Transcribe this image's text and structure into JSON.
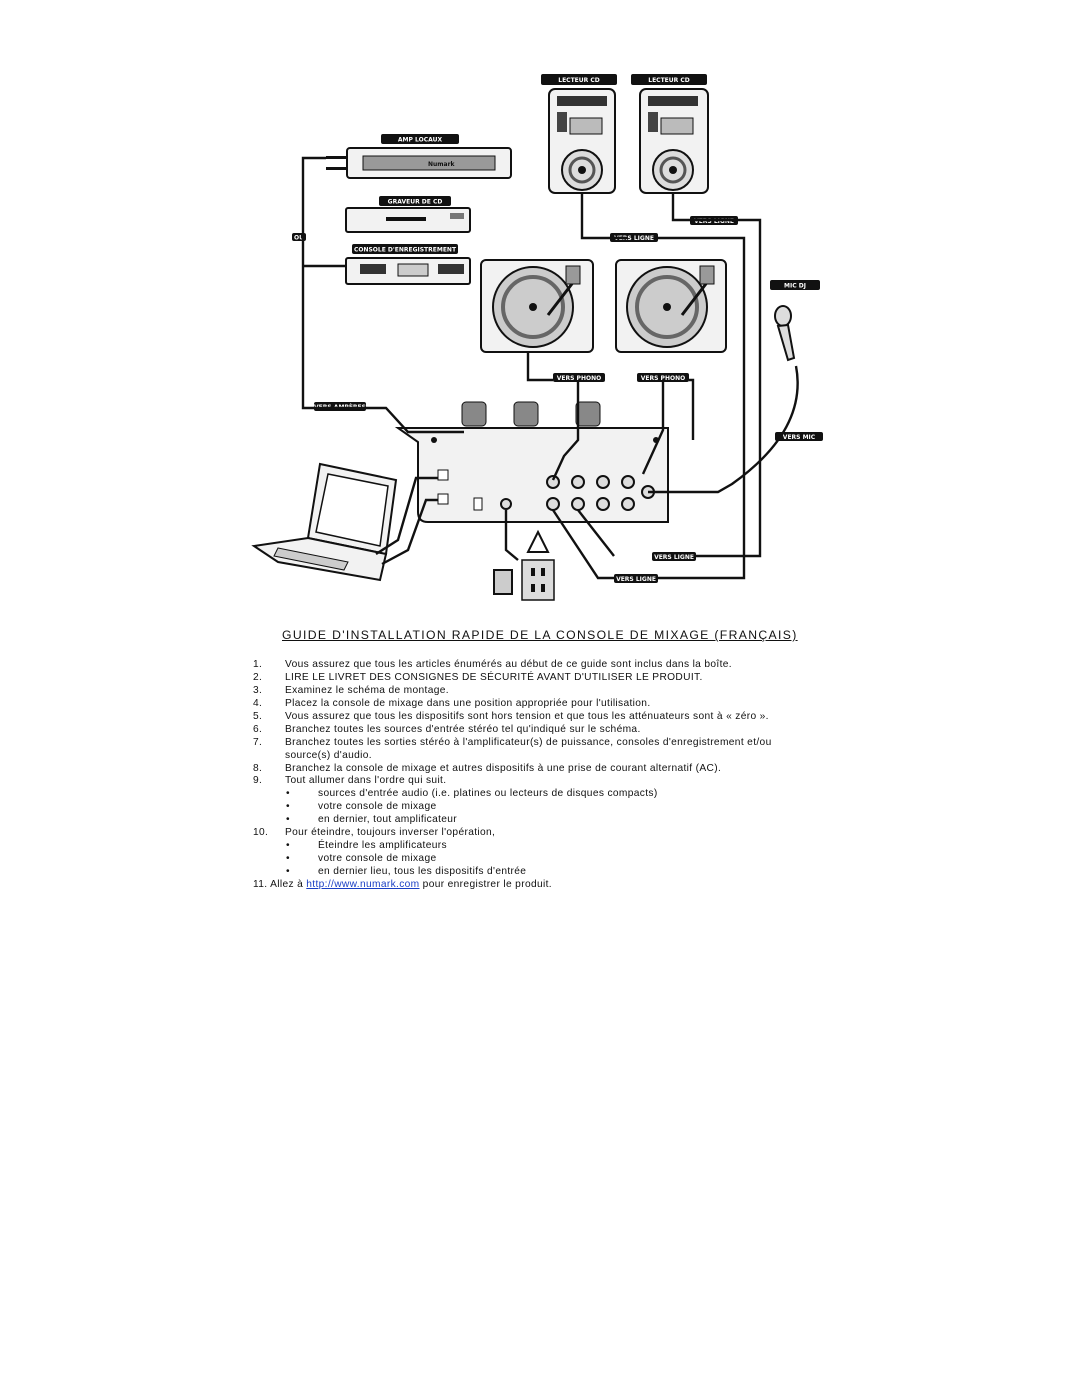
{
  "diagram": {
    "labels": {
      "cd1": "LECTEUR CD",
      "cd2": "LECTEUR CD",
      "amp": "AMP LOCAUX",
      "burner": "GRAVEUR DE CD",
      "recorder": "CONSOLE D'ENREGISTREMENT",
      "or": "OU",
      "line_top": "VERS LIGNE",
      "line_mid": "VERS LIGNE",
      "mic_dj": "MIC DJ",
      "phono1": "VERS PHONO",
      "phono2": "VERS PHONO",
      "amps": "VERS AMPÈRES",
      "mic_in": "VERS MIC",
      "line_b1": "VERS LIGNE",
      "line_b2": "VERS LIGNE",
      "brand": "Numark"
    }
  },
  "guide": {
    "title": "GUIDE D'INSTALLATION RAPIDE DE LA CONSOLE DE MIXAGE (FRANÇAIS)",
    "steps": [
      {
        "num": "1.",
        "text": "Vous assurez que tous les articles énumérés au début de ce guide sont inclus dans la boîte."
      },
      {
        "num": "2.",
        "text": "LIRE LE LIVRET DES CONSIGNES DE SÉCURITÉ AVANT D'UTILISER LE PRODUIT."
      },
      {
        "num": "3.",
        "text": "Examinez le schéma de montage."
      },
      {
        "num": "4.",
        "text": "Placez la console de mixage dans une position appropriée pour l'utilisation."
      },
      {
        "num": "5.",
        "text": "Vous assurez que tous les dispositifs sont hors tension et que tous les atténuateurs sont à « zéro »."
      },
      {
        "num": "6.",
        "text": "Branchez toutes les sources d'entrée stéréo tel qu'indiqué sur le schéma."
      },
      {
        "num": "7.",
        "text": "Branchez toutes les sorties stéréo à l'amplificateur(s) de puissance, consoles d'enregistrement et/ou"
      },
      {
        "num": "",
        "text": "source(s) d'audio."
      },
      {
        "num": "8.",
        "text": "Branchez la console de mixage et autres dispositifs à une prise de courant alternatif (AC)."
      },
      {
        "num": "9.",
        "text": "Tout allumer dans l'ordre qui suit."
      }
    ],
    "step9_bullets": [
      "sources d'entrée audio (i.e. platines ou lecteurs de disques compacts)",
      "votre console de mixage",
      "en dernier, tout amplificateur"
    ],
    "step10": {
      "num": "10.",
      "text": "Pour éteindre, toujours inverser l'opération,"
    },
    "step10_bullets": [
      "Éteindre les amplificateurs",
      "votre console de mixage",
      "en dernier lieu, tous les dispositifs d'entrée"
    ],
    "step11": {
      "prefix": "11. Allez à ",
      "link": "http://www.numark.com",
      "suffix": " pour enregistrer le produit."
    },
    "bullet_char": "•"
  }
}
